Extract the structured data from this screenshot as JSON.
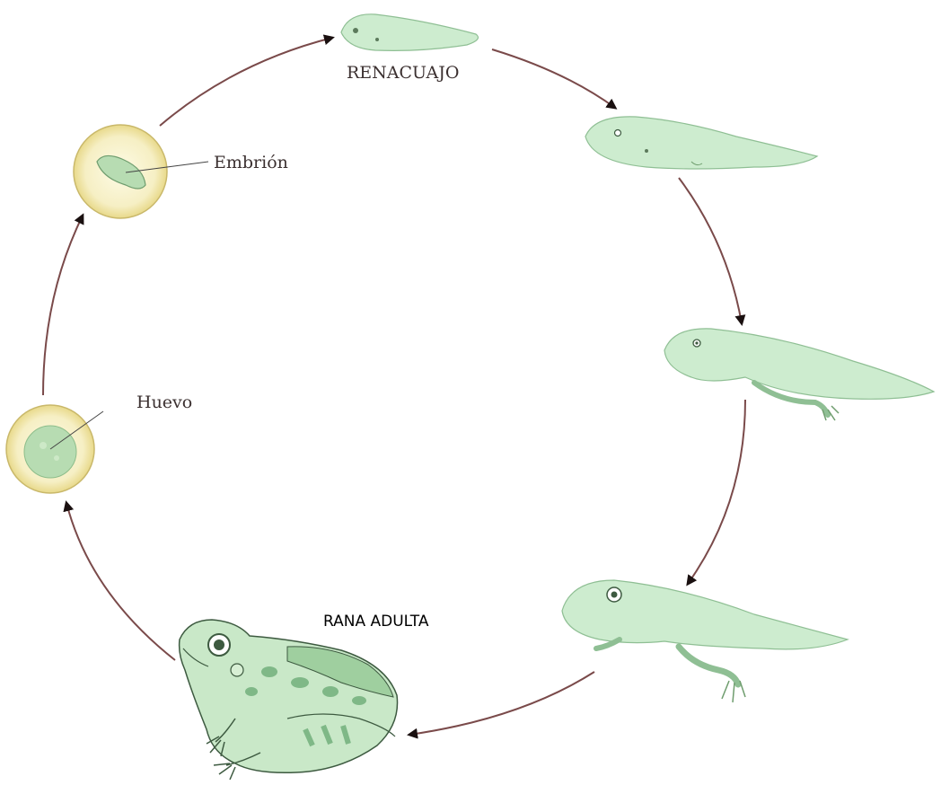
{
  "labels": {
    "renacuajo": "RENACUAJO",
    "embrion": "Embrión",
    "huevo": "Huevo",
    "rana_adulta": "RANA ADULTA"
  },
  "colors": {
    "arrow": "#7a4a4a",
    "arrowhead": "#1a1010",
    "tadpole_fill": "#cdeccf",
    "tadpole_stroke": "#8fbf94",
    "egg_ring": "#f1e7a6",
    "egg_inner": "#b7dcb2",
    "frog_fill": "#c9e8c8",
    "frog_spots": "#7fb887",
    "frog_stroke": "#3d5a40"
  }
}
